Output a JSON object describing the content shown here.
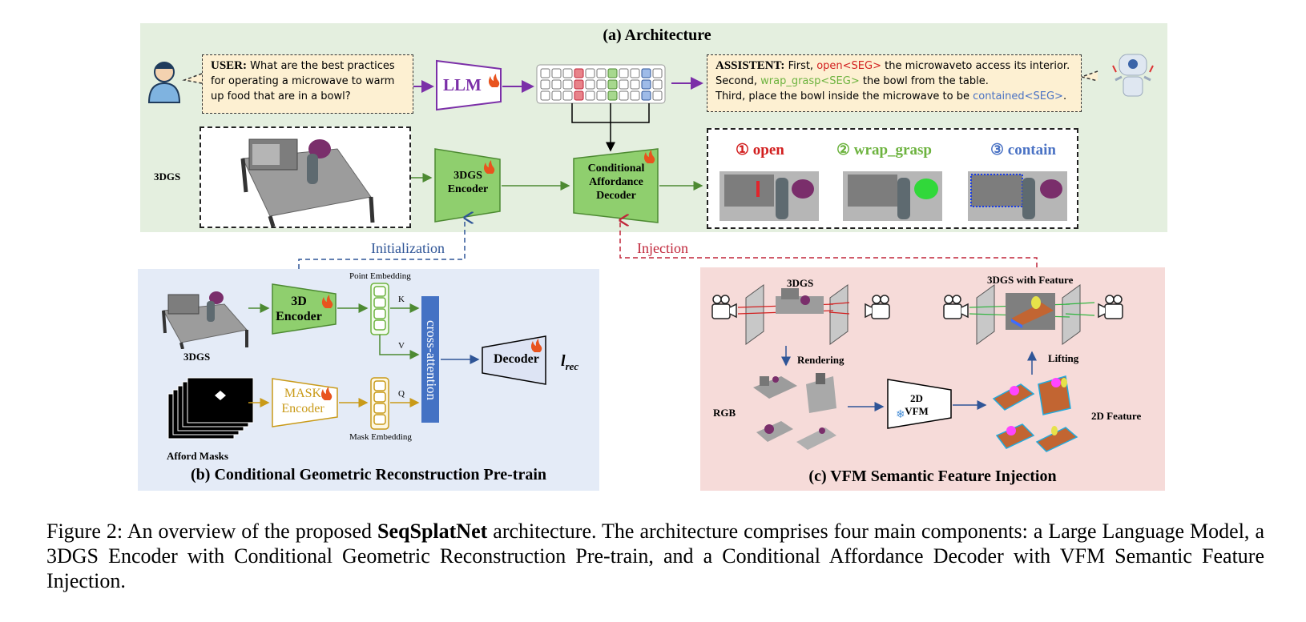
{
  "panel_a": {
    "title": "(a) Architecture",
    "user_label": "USER:",
    "user_text": "What are the best practices for operating a microwave to warm up food that are in a bowl?",
    "llm_label": "LLM",
    "assistant_label": "ASSISTENT:",
    "assistant_line1_pre": "First,",
    "assistant_line1_seg": "open<SEG>",
    "assistant_line1_post": "the microwaveto access its interior.",
    "assistant_line2_pre": "Second,",
    "assistant_line2_seg": "wrap_grasp<SEG>",
    "assistant_line2_post": "the bowl from the table.",
    "assistant_line3_pre": "Third, place the bowl inside the microwave to be",
    "assistant_line3_seg": "contained<SEG>",
    "assistant_line3_post": ".",
    "threedgs_label": "3DGS",
    "encoder_label": "3DGS Encoder",
    "decoder_label": "Conditional Affordance Decoder",
    "step1": "① open",
    "step2": "② wrap_grasp",
    "step3": "③ contain"
  },
  "links": {
    "initialization": "Initialization",
    "injection": "Injection"
  },
  "panel_b": {
    "title": "(b) Conditional Geometric Reconstruction Pre-train",
    "threedgs_label": "3DGS",
    "encoder_label": "3D Encoder",
    "point_embedding": "Point Embedding",
    "k": "K",
    "v": "V",
    "q": "Q",
    "cross_attention": "cross-attention",
    "decoder_label": "Decoder",
    "loss_label": "l",
    "loss_sub": "rec",
    "afford_masks": "Afford Masks",
    "mask_encoder": "MASK Encoder",
    "mask_embedding": "Mask Embedding"
  },
  "panel_c": {
    "title": "(c) VFM Semantic Feature Injection",
    "threedgs_label": "3DGS",
    "threedgs_feature": "3DGS with Feature",
    "rendering": "Rendering",
    "rgb": "RGB",
    "vfm": "2D VFM",
    "feature2d": "2D Feature",
    "lifting": "Lifting"
  },
  "caption": {
    "prefix": "Figure 2: An overview of the proposed",
    "model": "SeqSplatNet",
    "text": "architecture. The architecture comprises four main components: a Large Language Model, a 3DGS Encoder with Conditional Geometric Reconstruction Pre-train, and a Conditional Affordance Decoder with VFM Semantic Feature Injection."
  },
  "colors": {
    "panel_a_bg": "#e4efdf",
    "panel_b_bg": "#e4ebf7",
    "panel_c_bg": "#f6dbd9",
    "encoder_green": "#8fcf6e",
    "llm_purple": "#7b2fa8",
    "seg_red": "#d21f1f",
    "seg_green": "#6db33f",
    "seg_blue": "#4a72c4",
    "mask_gold": "#c99a18",
    "cross_attention_blue": "#4472c4"
  }
}
